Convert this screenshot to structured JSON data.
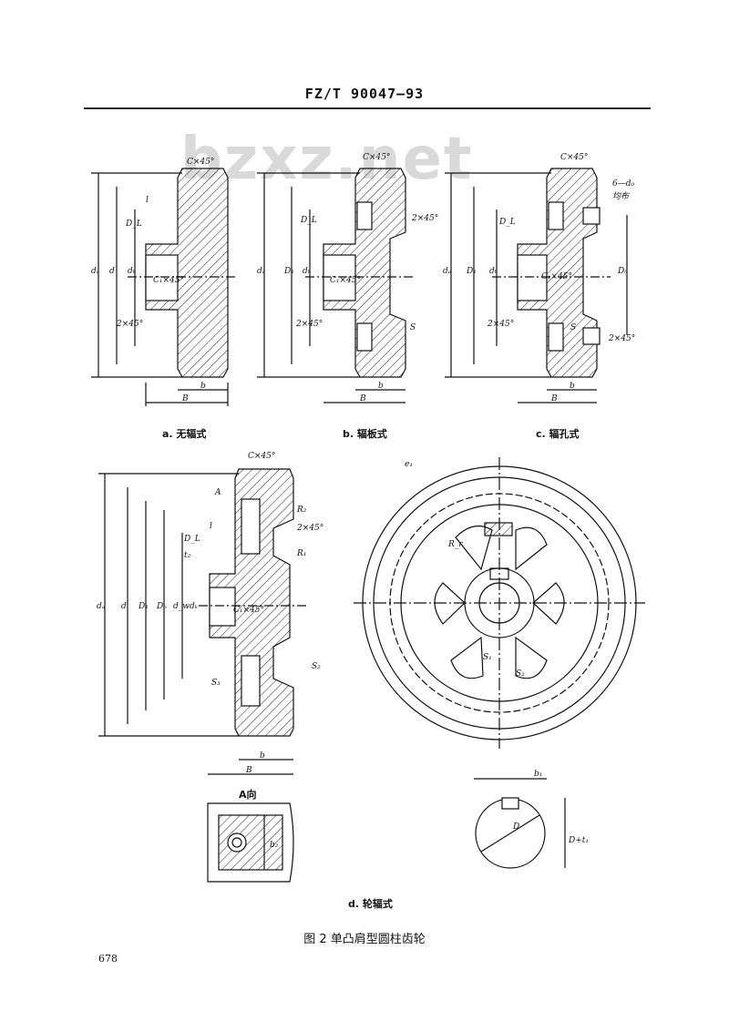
{
  "header": {
    "code": "FZ/T  90047—93"
  },
  "watermark": "bzxz.net",
  "subfigs": {
    "a": "a. 无辐式",
    "b": "b. 辐板式",
    "c": "c. 辐孔式",
    "d": "d. 轮辐式"
  },
  "view_label": "A向",
  "caption": "图 2   单凸肩型圆柱齿轮",
  "page_number": "678",
  "dims": {
    "chamfer_c": "C×45°",
    "chamfer_c1": "C₁×45°",
    "chamfer_2": "2×45°",
    "holes": "6—d₀",
    "holes_note": "均布",
    "da": "dₐ",
    "d": "d",
    "dk": "dₖ",
    "D1": "D₁",
    "DL": "D_L",
    "l": "l",
    "B": "B",
    "b": "b",
    "S": "S",
    "D0": "D₀",
    "A": "A",
    "R1": "R₁",
    "R2": "R₂",
    "Dn": "Dₙ",
    "dw": "d_w",
    "t2": "t₂",
    "S1": "S₁",
    "S2": "S₂",
    "S3": "S₃",
    "e1": "e₁",
    "Rr": "R_r",
    "b1": "b₁",
    "Dt": "D+t₁",
    "D": "D",
    "bs": "b₂"
  }
}
